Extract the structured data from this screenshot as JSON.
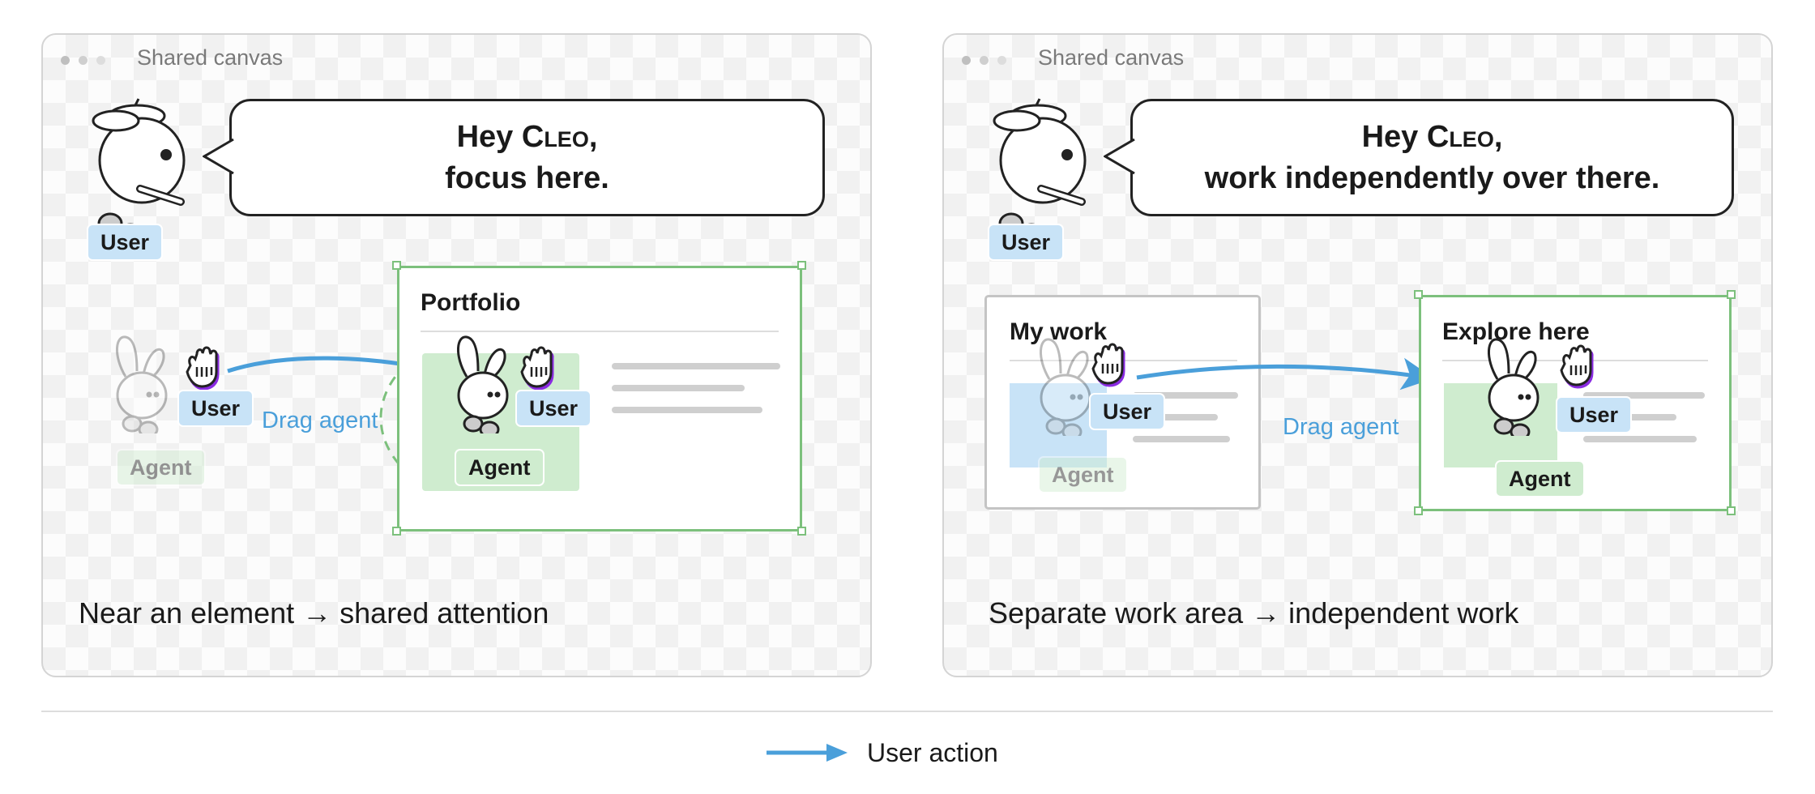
{
  "colors": {
    "user_label_bg": "#c8e3f7",
    "agent_label_bg": "#cfeccf",
    "selection_green": "#7cc07c",
    "user_action_arrow": "#4a9fda"
  },
  "panels": [
    {
      "window_title": "Shared canvas",
      "speech_line1_prefix": "Hey ",
      "speech_name": "Cleo",
      "speech_line1_suffix": ",",
      "speech_line2": "focus here.",
      "user_label": "User",
      "agent_label_original": "Agent",
      "cursor_user_label_original": "User",
      "drag_label": "Drag agent",
      "element_title": "Portfolio",
      "cursor_user_label_dropped": "User",
      "agent_label_dropped": "Agent",
      "caption": "Near an element → shared attention"
    },
    {
      "window_title": "Shared canvas",
      "speech_line1_prefix": "Hey ",
      "speech_name": "Cleo",
      "speech_line1_suffix": ",",
      "speech_line2": "work independently over there.",
      "user_label": "User",
      "work_area_title": "My work",
      "cursor_user_label_original": "User",
      "agent_label_original": "Agent",
      "drag_label": "Drag agent",
      "explore_title": "Explore here",
      "cursor_user_label_dropped": "User",
      "agent_label_dropped": "Agent",
      "caption": "Separate work area → independent work"
    }
  ],
  "legend": {
    "label": "User action",
    "icon": "blue-arrow-icon"
  },
  "icons": [
    "user-character-icon",
    "agent-rabbit-icon",
    "grab-hand-icon",
    "blue-arrow-icon"
  ]
}
